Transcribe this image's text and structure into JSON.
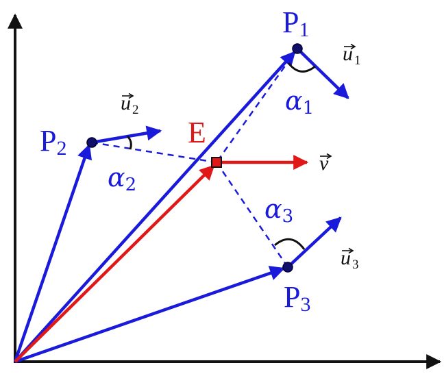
{
  "colors": {
    "blue": "#1a1adb",
    "red": "#e01818",
    "black": "#111111"
  },
  "points": {
    "p1": {
      "main": "P",
      "sub": "1"
    },
    "p2": {
      "main": "P",
      "sub": "2"
    },
    "p3": {
      "main": "P",
      "sub": "3"
    },
    "e": "E"
  },
  "vectors": {
    "u1": {
      "main": "u",
      "sub": "1"
    },
    "u2": {
      "main": "u",
      "sub": "2"
    },
    "u3": {
      "main": "u",
      "sub": "3"
    },
    "v": "v"
  },
  "angles": {
    "a1": {
      "main": "α",
      "sub": "1"
    },
    "a2": {
      "main": "α",
      "sub": "2"
    },
    "a3": {
      "main": "α",
      "sub": "3"
    }
  }
}
